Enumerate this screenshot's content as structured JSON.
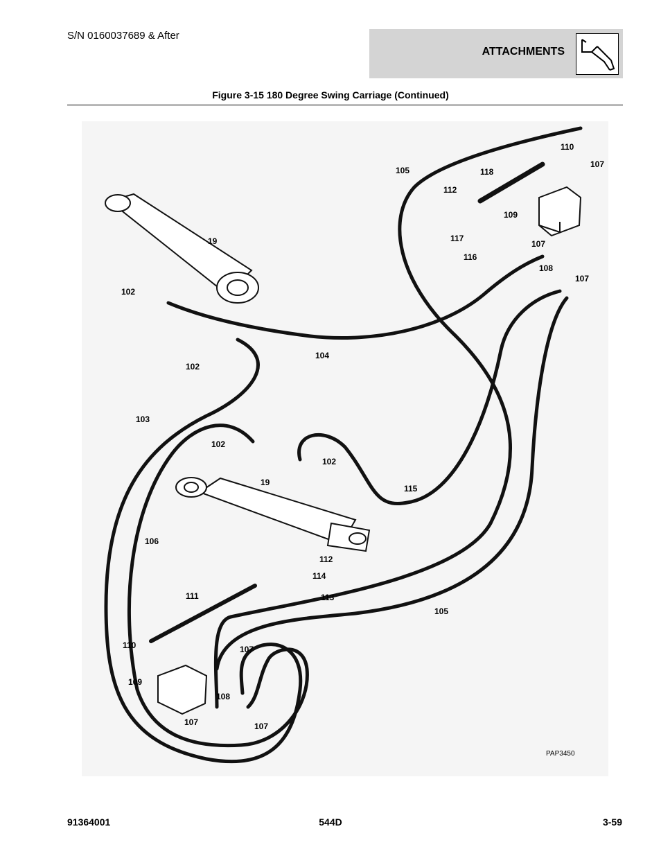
{
  "header": {
    "serial": "S/N 0160037689 & After",
    "section_tab": "ATTACHMENTS"
  },
  "figure": {
    "caption": "Figure 3-15 180 Degree Swing Carriage (Continued)",
    "image_code": "PAP3450",
    "callouts": {
      "c19a": "19",
      "c19b": "19",
      "c102a": "102",
      "c102b": "102",
      "c102c": "102",
      "c102d": "102",
      "c103": "103",
      "c104": "104",
      "c105a": "105",
      "c105b": "105",
      "c106": "106",
      "c107a": "107",
      "c107b": "107",
      "c107c": "107",
      "c107d": "107",
      "c107e": "107",
      "c107f": "107",
      "c108a": "108",
      "c108b": "108",
      "c109a": "109",
      "c109b": "109",
      "c110a": "110",
      "c110b": "110",
      "c111": "111",
      "c112a": "112",
      "c112b": "112",
      "c113": "113",
      "c114": "114",
      "c115": "115",
      "c116": "116",
      "c117": "117",
      "c118": "118"
    }
  },
  "footer": {
    "part_number": "91364001",
    "model": "544D",
    "page": "3-59"
  }
}
